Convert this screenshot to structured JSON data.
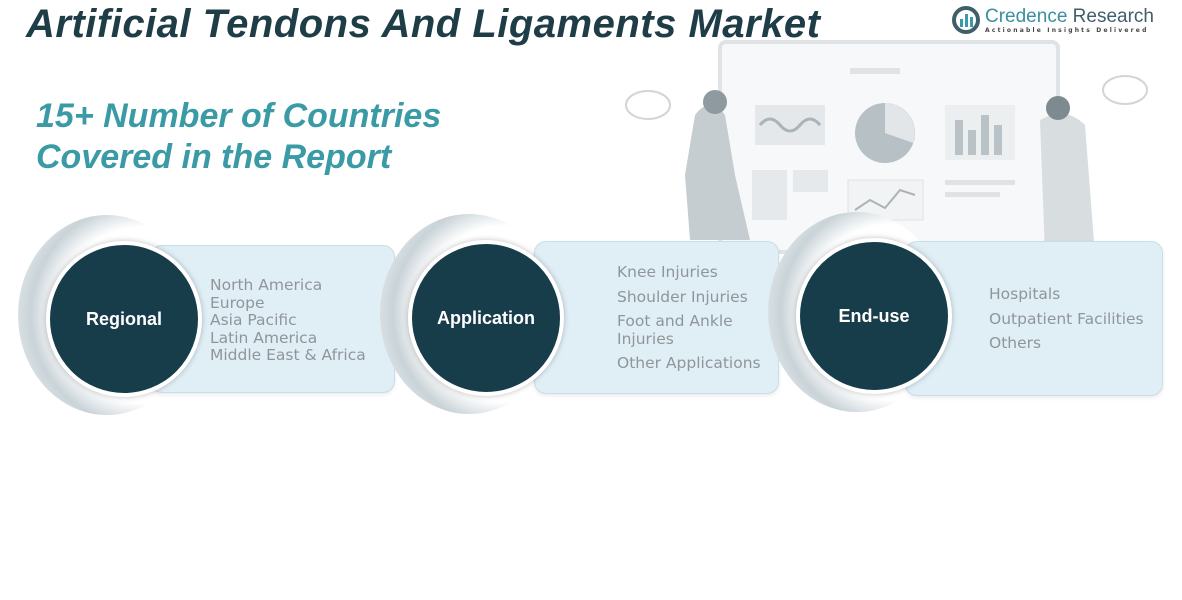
{
  "title": "Artificial Tendons And Ligaments Market",
  "logo": {
    "name_part1": "Credence",
    "name_part2": " Research",
    "tagline": "Actionable Insights Delivered"
  },
  "subtitle": {
    "line1": "15+ Number of Countries",
    "line2": "Covered in the Report"
  },
  "segments": [
    {
      "label": "Regional",
      "items": [
        "North America",
        "Europe",
        "Asia Pacific",
        "Latin America",
        "Middle East & Africa"
      ]
    },
    {
      "label": "Application",
      "items": [
        "Knee Injuries",
        "Shoulder Injuries",
        "Foot and Ankle Injuries",
        "Other Applications"
      ]
    },
    {
      "label": "End-use",
      "items": [
        "Hospitals",
        "Outpatient Facilities",
        "Others"
      ]
    }
  ],
  "colors": {
    "title": "#1f3d47",
    "accent": "#3a9aa5",
    "circle": "#183d4a",
    "panel": "#e0eff6"
  }
}
